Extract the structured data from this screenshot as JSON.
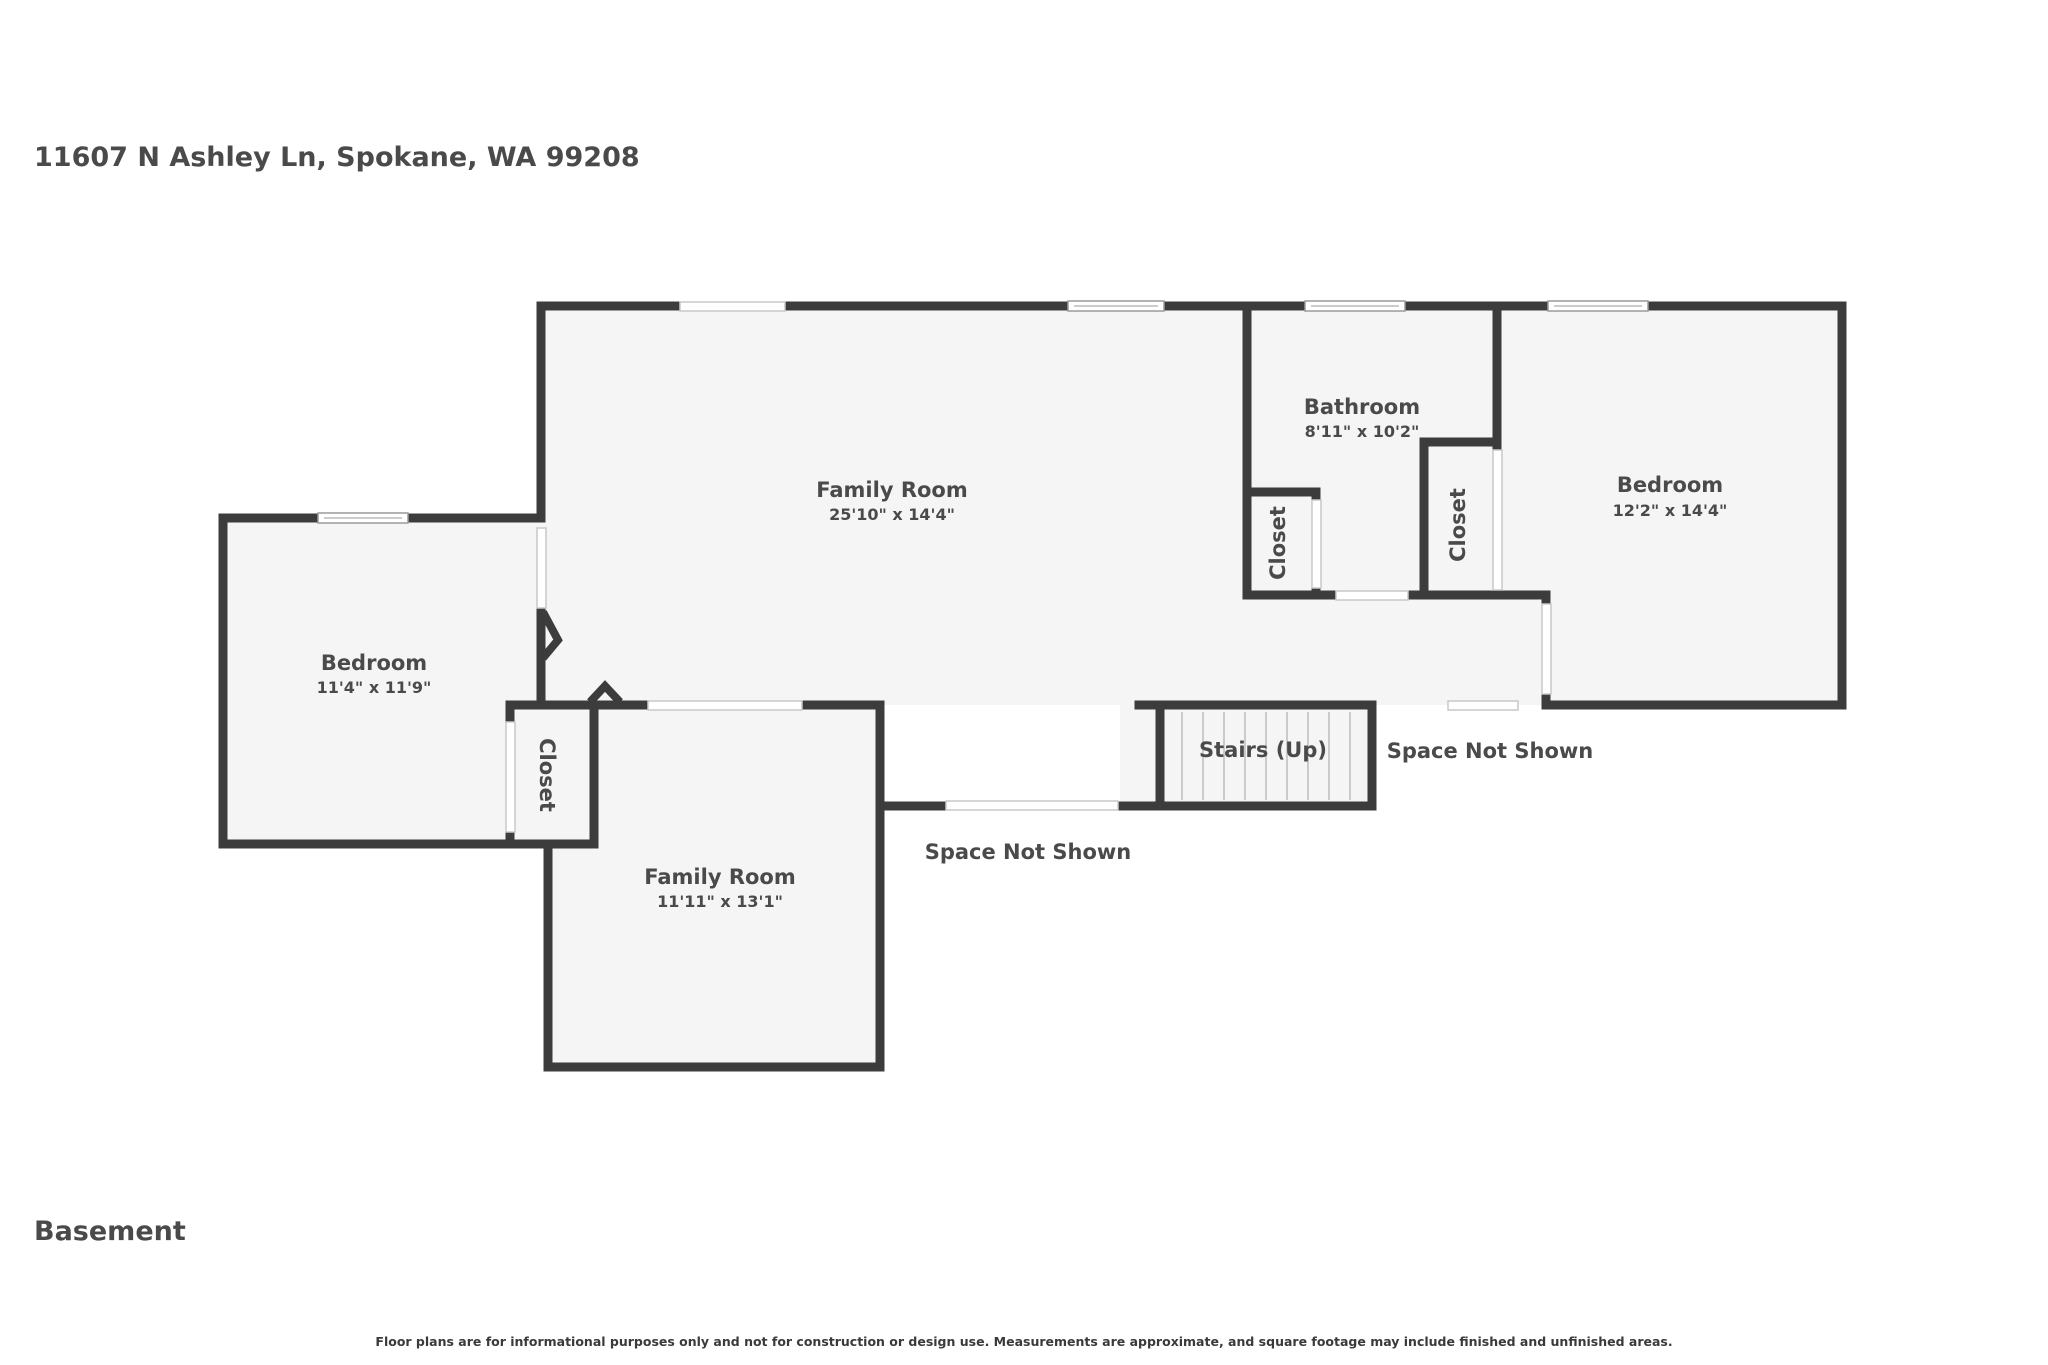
{
  "header": {
    "address": "11607 N Ashley Ln, Spokane, WA 99208"
  },
  "floor": {
    "label": "Basement"
  },
  "rooms": {
    "family_room_main": {
      "name": "Family Room",
      "dims": "25'10\" x 14'4\""
    },
    "bathroom": {
      "name": "Bathroom",
      "dims": "8'11\" x 10'2\""
    },
    "bedroom_right": {
      "name": "Bedroom",
      "dims": "12'2\" x 14'4\""
    },
    "bedroom_left": {
      "name": "Bedroom",
      "dims": "11'4\" x 11'9\""
    },
    "family_room_lower": {
      "name": "Family Room",
      "dims": "11'11\" x 13'1\""
    },
    "closet_left": {
      "name": "Closet"
    },
    "closet_bath": {
      "name": "Closet"
    },
    "closet_bedroom": {
      "name": "Closet"
    },
    "stairs": {
      "name": "Stairs (Up)"
    }
  },
  "spaces": {
    "not_shown_right": "Space Not Shown",
    "not_shown_bottom": "Space Not Shown"
  },
  "footer": {
    "disclaimer": "Floor plans are for informational purposes only and not for construction or design use. Measurements are approximate, and square footage may include finished and unfinished areas."
  },
  "colors": {
    "wall": "#3c3c3c",
    "floor": "#f5f5f5",
    "text": "#4a4a4a"
  }
}
